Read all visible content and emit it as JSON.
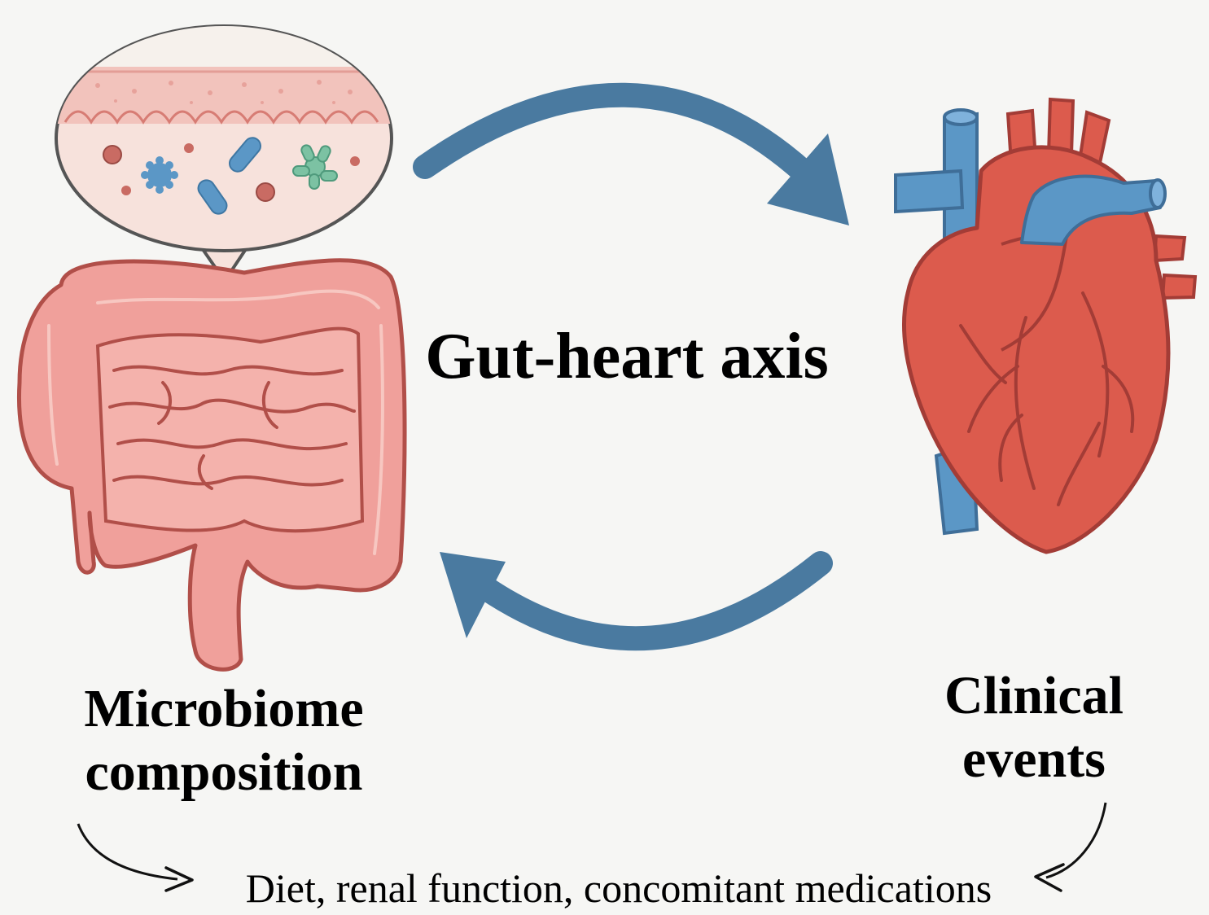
{
  "title": "Gut-heart axis",
  "labels": {
    "gut": "Microbiome composition",
    "heart": "Clinical events",
    "confounders": "Diet, renal function, concomitant medications"
  },
  "icons": [
    "intestine-icon",
    "microbiome-bubble-icon",
    "heart-icon",
    "cycle-arrow-icon",
    "curved-arrow-icon"
  ],
  "colors": {
    "background": "#f6f6f4",
    "arrow": "#4a7aa0",
    "heart": "#dc5b4d",
    "vessel": "#5b97c6",
    "intestine": "#f0a09b",
    "outline": "#a33c36"
  }
}
